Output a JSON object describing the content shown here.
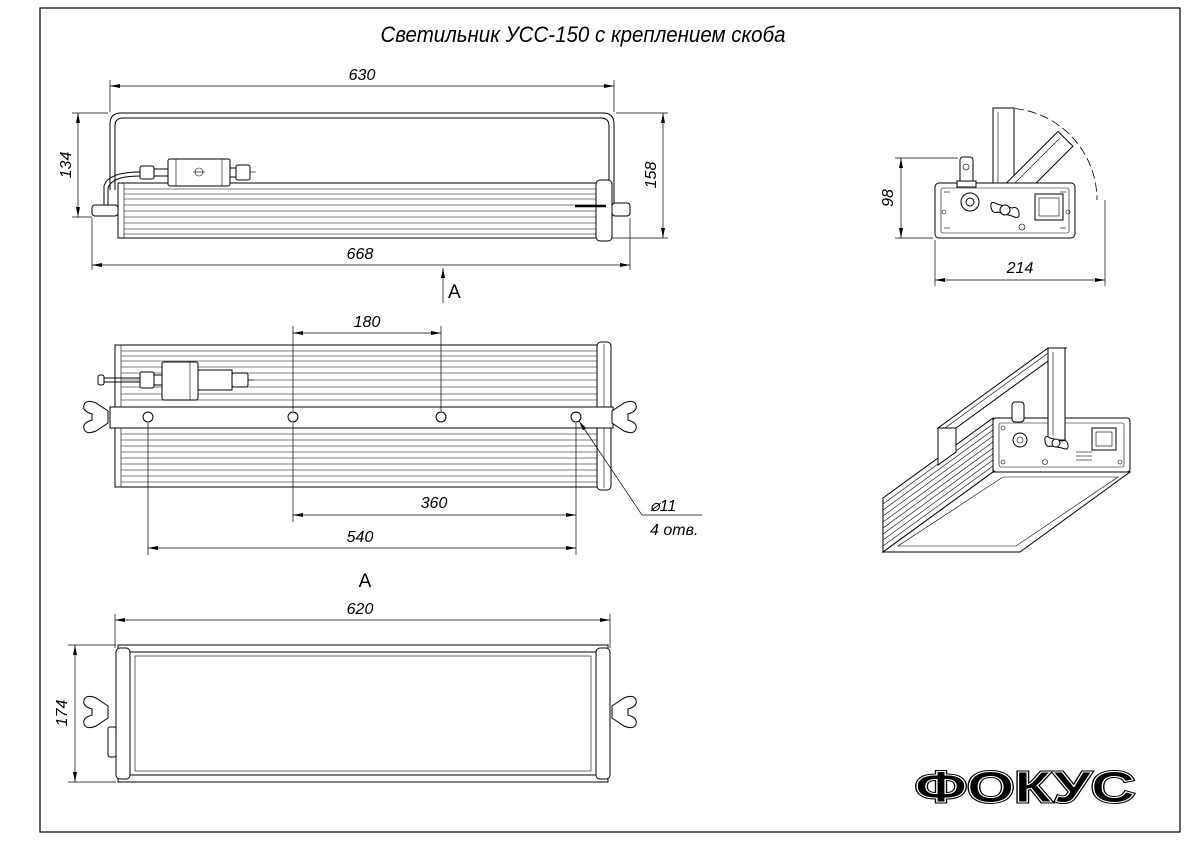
{
  "title": "Светильник УСС-150 с креплением скоба",
  "side_view": {
    "bracket_length": "630",
    "bracket_height": "134",
    "overall_height": "158",
    "overall_length": "668",
    "view_arrow": "A"
  },
  "top_view": {
    "hole_spacing_inner": "180",
    "hole_spacing_middle": "360",
    "hole_spacing_outer": "540",
    "hole_diameter": "⌀11",
    "hole_count": "4 отв."
  },
  "view_a": {
    "label": "A",
    "length": "620",
    "width": "174"
  },
  "end_view": {
    "height": "98",
    "width": "214"
  },
  "logo": "ФОКУС",
  "colors": {
    "line": "#000000",
    "paper": "#ffffff"
  }
}
